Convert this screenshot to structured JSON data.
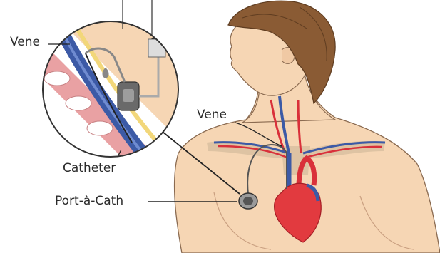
{
  "labels": {
    "vene_inset": "Vene",
    "vene_neck": "Vene",
    "catheter": "Catheter",
    "port": "Port-à-Cath"
  },
  "colors": {
    "skin": "#f6d6b4",
    "skin_outline": "#8a6a50",
    "hair": "#8a5b34",
    "vein_blue": "#3c5aa6",
    "artery_red": "#d9303a",
    "heart_red": "#e23a3f",
    "clavicle": "#d9c0a0",
    "tissue_pink": "#e9a1a3",
    "port_grey": "#7a7a7a",
    "leader_line": "#222222"
  }
}
